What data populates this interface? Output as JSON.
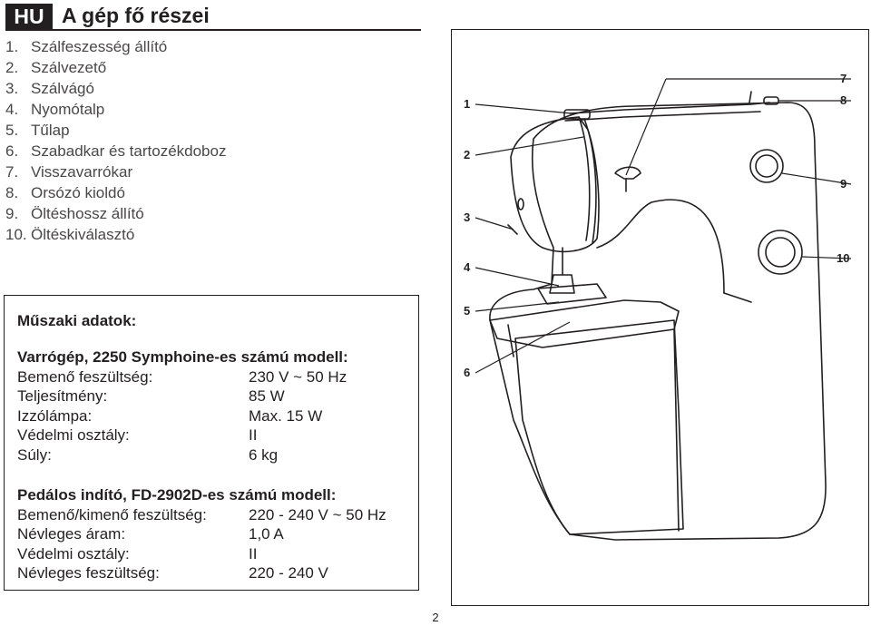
{
  "header": {
    "lang_badge": "HU",
    "title": "A gép fő részei"
  },
  "parts": [
    {
      "num": "1.",
      "label": "Szálfeszesség állító"
    },
    {
      "num": "2.",
      "label": "Szálvezető"
    },
    {
      "num": "3.",
      "label": "Szálvágó"
    },
    {
      "num": "4.",
      "label": "Nyomótalp"
    },
    {
      "num": "5.",
      "label": "Tűlap"
    },
    {
      "num": "6.",
      "label": "Szabadkar és tartozékdoboz"
    },
    {
      "num": "7.",
      "label": "Visszavarrókar"
    },
    {
      "num": "8.",
      "label": "Orsózó kioldó"
    },
    {
      "num": "9.",
      "label": "Öltéshossz állító"
    },
    {
      "num": "10.",
      "label": "Öltéskiválasztó"
    }
  ],
  "specs": {
    "title": "Műszaki adatok:",
    "machine": {
      "title": "Varrógép, 2250 Symphoine-es számú modell:",
      "rows": [
        {
          "label": "Bemenő feszültség:",
          "value": "230 V ~ 50 Hz"
        },
        {
          "label": "Teljesítmény:",
          "value": "85 W"
        },
        {
          "label": "Izzólámpa:",
          "value": "Max. 15 W"
        },
        {
          "label": "Védelmi osztály:",
          "value": "II"
        },
        {
          "label": "Súly:",
          "value": "6 kg"
        }
      ]
    },
    "pedal": {
      "title": "Pedálos indító, FD-2902D-es számú modell:",
      "rows": [
        {
          "label": "Bemenő/kimenő feszültség:",
          "value": "220 - 240 V ~ 50 Hz"
        },
        {
          "label": "Névleges áram:",
          "value": "1,0 A"
        },
        {
          "label": "Védelmi osztály:",
          "value": "II"
        },
        {
          "label": "Névleges feszültség:",
          "value": "220 - 240 V"
        }
      ]
    }
  },
  "figure": {
    "callouts": [
      "1",
      "2",
      "3",
      "4",
      "5",
      "6",
      "7",
      "8",
      "9",
      "10"
    ]
  },
  "page_number": "2"
}
